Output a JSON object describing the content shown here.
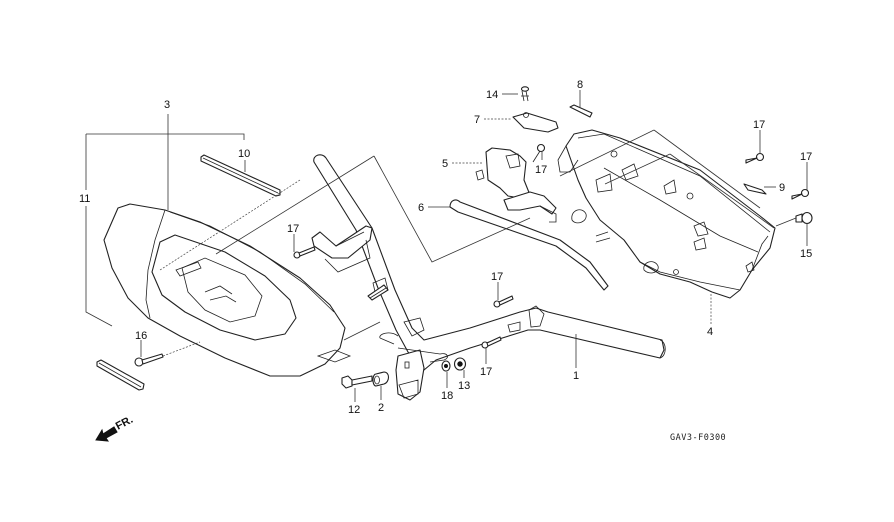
{
  "diagram": {
    "type": "exploded-parts-view",
    "diagram_code": "GAV3-F0300",
    "direction_indicator": {
      "label": "FR.",
      "icon": "front-direction-arrow-icon"
    },
    "callouts": [
      {
        "id": "c1",
        "number": "1",
        "part": "handlebar"
      },
      {
        "id": "c2",
        "number": "2",
        "part": "collar"
      },
      {
        "id": "c3",
        "number": "3",
        "part": "front-handlebar-cover"
      },
      {
        "id": "c4",
        "number": "4",
        "part": "rear-handlebar-cover"
      },
      {
        "id": "c5",
        "number": "5",
        "part": "cover-bracket"
      },
      {
        "id": "c6",
        "number": "6",
        "part": "cable-guide"
      },
      {
        "id": "c7",
        "number": "7",
        "part": "plate"
      },
      {
        "id": "c8",
        "number": "8",
        "part": "pad"
      },
      {
        "id": "c9",
        "number": "9",
        "part": "clip"
      },
      {
        "id": "c10",
        "number": "10",
        "part": "upper-trim-strip"
      },
      {
        "id": "c11",
        "number": "11",
        "part": "cover-assembly"
      },
      {
        "id": "c12",
        "number": "12",
        "part": "bolt"
      },
      {
        "id": "c13",
        "number": "13",
        "part": "nut"
      },
      {
        "id": "c14",
        "number": "14",
        "part": "clip-rivet"
      },
      {
        "id": "c15",
        "number": "15",
        "part": "special-bolt"
      },
      {
        "id": "c16",
        "number": "16",
        "part": "screw"
      },
      {
        "id": "c17a",
        "number": "17",
        "part": "tapping-screw"
      },
      {
        "id": "c17b",
        "number": "17",
        "part": "tapping-screw"
      },
      {
        "id": "c17c",
        "number": "17",
        "part": "tapping-screw"
      },
      {
        "id": "c17d",
        "number": "17",
        "part": "tapping-screw"
      },
      {
        "id": "c17e",
        "number": "17",
        "part": "tapping-screw"
      },
      {
        "id": "c17f",
        "number": "17",
        "part": "tapping-screw"
      },
      {
        "id": "c18",
        "number": "18",
        "part": "washer"
      }
    ]
  }
}
